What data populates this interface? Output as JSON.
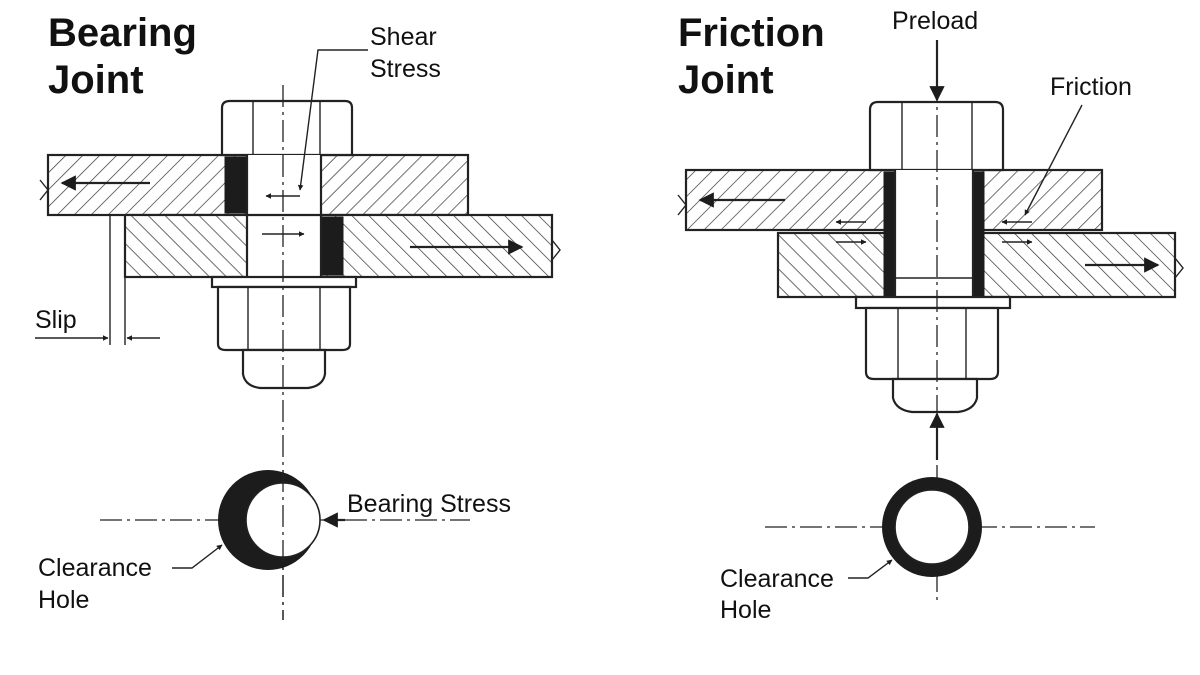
{
  "bearing": {
    "title_line1": "Bearing",
    "title_line2": "Joint",
    "shear_line1": "Shear",
    "shear_line2": "Stress",
    "slip": "Slip",
    "bearing_stress": "Bearing Stress",
    "clearance_line1": "Clearance",
    "clearance_line2": "Hole"
  },
  "friction": {
    "title_line1": "Friction",
    "title_line2": "Joint",
    "preload": "Preload",
    "friction": "Friction",
    "clearance_line1": "Clearance",
    "clearance_line2": "Hole"
  }
}
